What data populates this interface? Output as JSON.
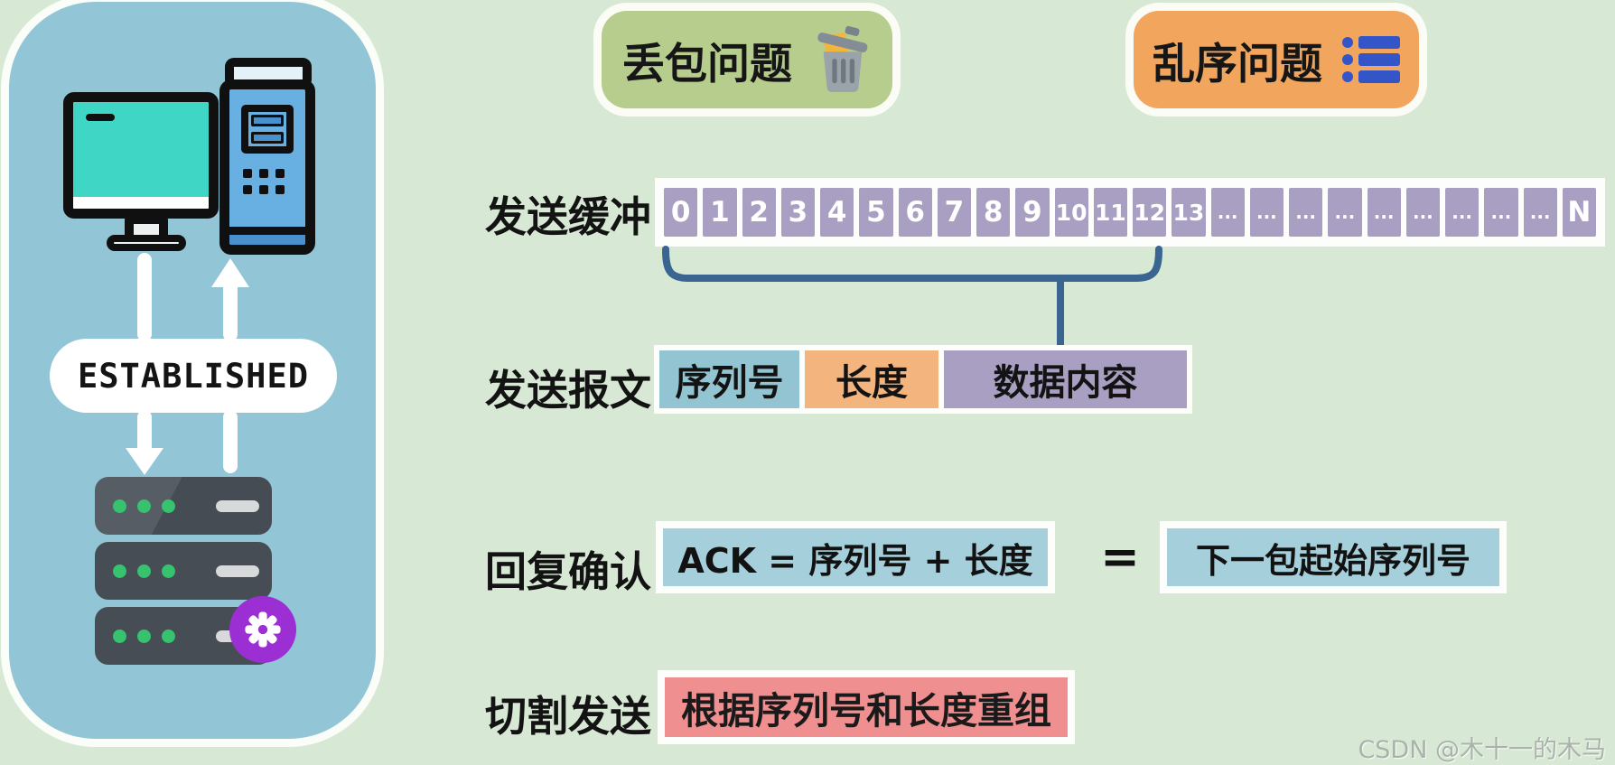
{
  "page": {
    "bg": "#d7e9d5",
    "watermark": "CSDN @木十一的木马"
  },
  "badges": {
    "packet_loss": {
      "label": "丢包问题",
      "bg": "#b6cd8e",
      "icon": "trash-icon"
    },
    "out_of_order": {
      "label": "乱序问题",
      "bg": "#f2a55c",
      "icon": "list-icon",
      "icon_color": "#3355c8"
    }
  },
  "connection_panel": {
    "bg": "#92c5d6",
    "status_label": "ESTABLISHED",
    "icons": [
      "monitor-icon",
      "tower-icon",
      "server-rack-icon",
      "gear-icon"
    ],
    "gear_badge_color": "#9b2fd4",
    "led_color": "#36c26e"
  },
  "rows": {
    "send_buffer": {
      "label": "发送缓冲",
      "cells": [
        "0",
        "1",
        "2",
        "3",
        "4",
        "5",
        "6",
        "7",
        "8",
        "9",
        "10",
        "11",
        "12",
        "13",
        "...",
        "...",
        "...",
        "...",
        "...",
        "...",
        "...",
        "...",
        "...",
        "N"
      ],
      "cell_color": "#a89fc3"
    },
    "send_packet": {
      "label": "发送报文",
      "fields": [
        {
          "label": "序列号",
          "bg": "#93c4d1"
        },
        {
          "label": "长度",
          "bg": "#f4b47d"
        },
        {
          "label": "数据内容",
          "bg": "#a89fc3"
        }
      ]
    },
    "ack": {
      "label": "回复确认",
      "formula": "ACK = 序列号 + 长度",
      "equals": "=",
      "result": "下一包起始序列号",
      "bg": "#a5cfda"
    },
    "split": {
      "label": "切割发送",
      "note": "根据序列号和长度重组",
      "bg": "#f08f8f"
    }
  },
  "bracket": {
    "color": "#3a6590"
  }
}
